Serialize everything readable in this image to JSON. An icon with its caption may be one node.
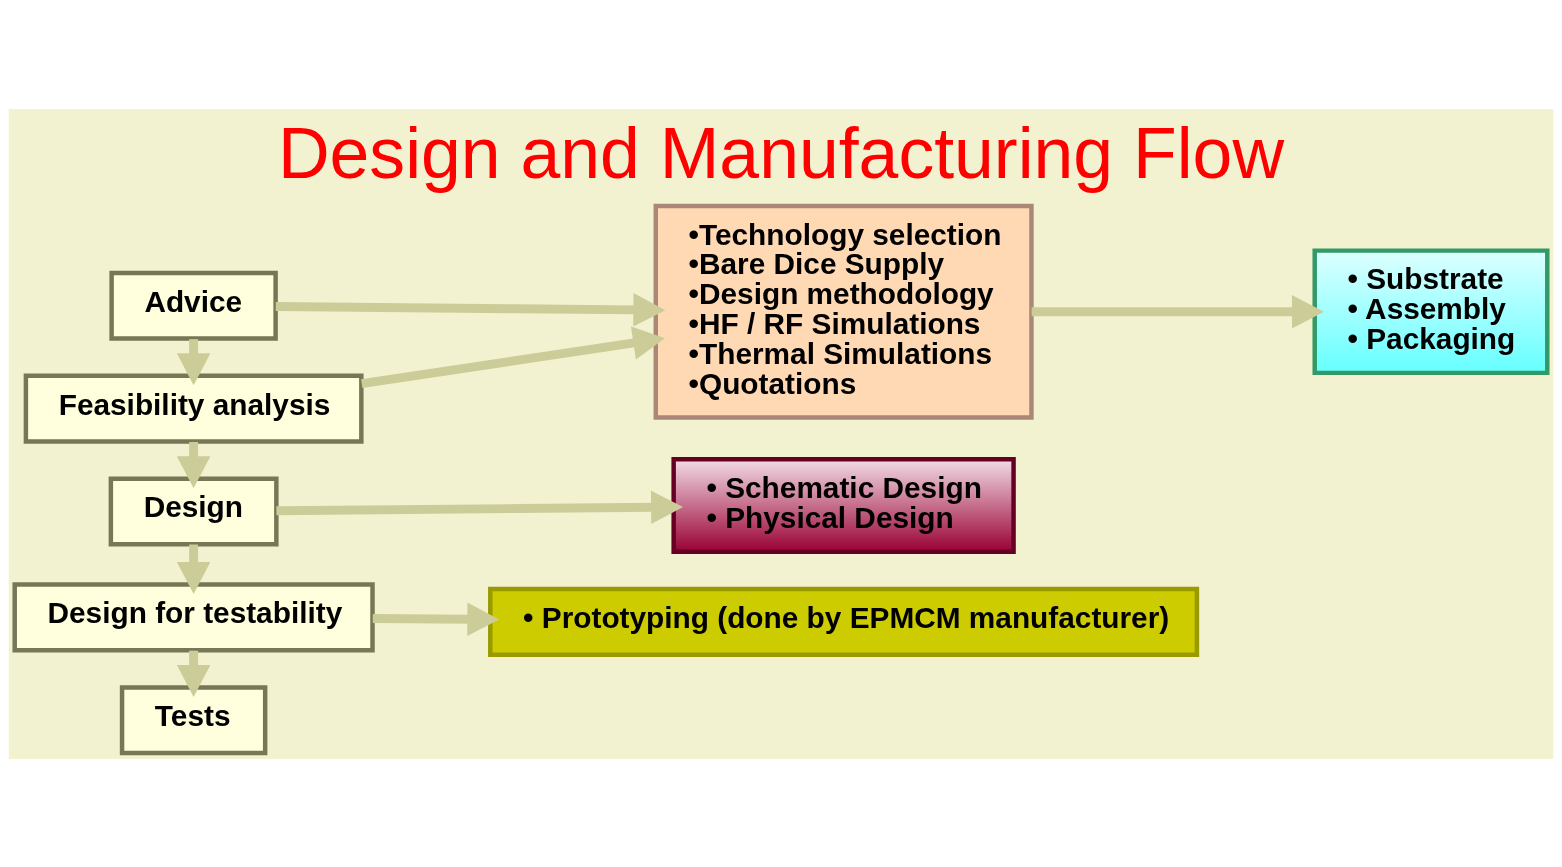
{
  "diagram": {
    "title": "Design and Manufacturing Flow",
    "nodes": [
      {
        "text": [
          "Advice"
        ]
      },
      {
        "text": [
          "Feasibility analysis"
        ]
      },
      {
        "text": [
          "Design"
        ]
      },
      {
        "text": [
          "Design for testability"
        ]
      },
      {
        "text": [
          "Tests"
        ]
      },
      {
        "text": [
          "•Technology selection",
          "•Bare Dice Supply",
          "•Design methodology",
          "•HF / RF Simulations",
          "•Thermal Simulations",
          "•Quotations"
        ]
      },
      {
        "text": [
          "• Substrate",
          "• Assembly",
          "• Packaging"
        ]
      },
      {
        "text": [
          "• Schematic Design",
          "• Physical Design"
        ]
      },
      {
        "text": [
          "• Prototyping (done by EPMCM manufacturer)"
        ]
      }
    ],
    "edges": [
      {
        "from": 0,
        "to": 1,
        "arrow": "to"
      },
      {
        "from": 1,
        "to": 2,
        "arrow": "to"
      },
      {
        "from": 2,
        "to": 3,
        "arrow": "to"
      },
      {
        "from": 3,
        "to": 4,
        "arrow": "to"
      },
      {
        "from": 0,
        "to": 5,
        "arrow": "to"
      },
      {
        "from": 1,
        "to": 5,
        "arrow": "to"
      },
      {
        "from": 5,
        "to": 6,
        "arrow": "to"
      },
      {
        "from": 2,
        "to": 7,
        "arrow": "to"
      },
      {
        "from": 3,
        "to": 8,
        "arrow": "to"
      }
    ]
  }
}
